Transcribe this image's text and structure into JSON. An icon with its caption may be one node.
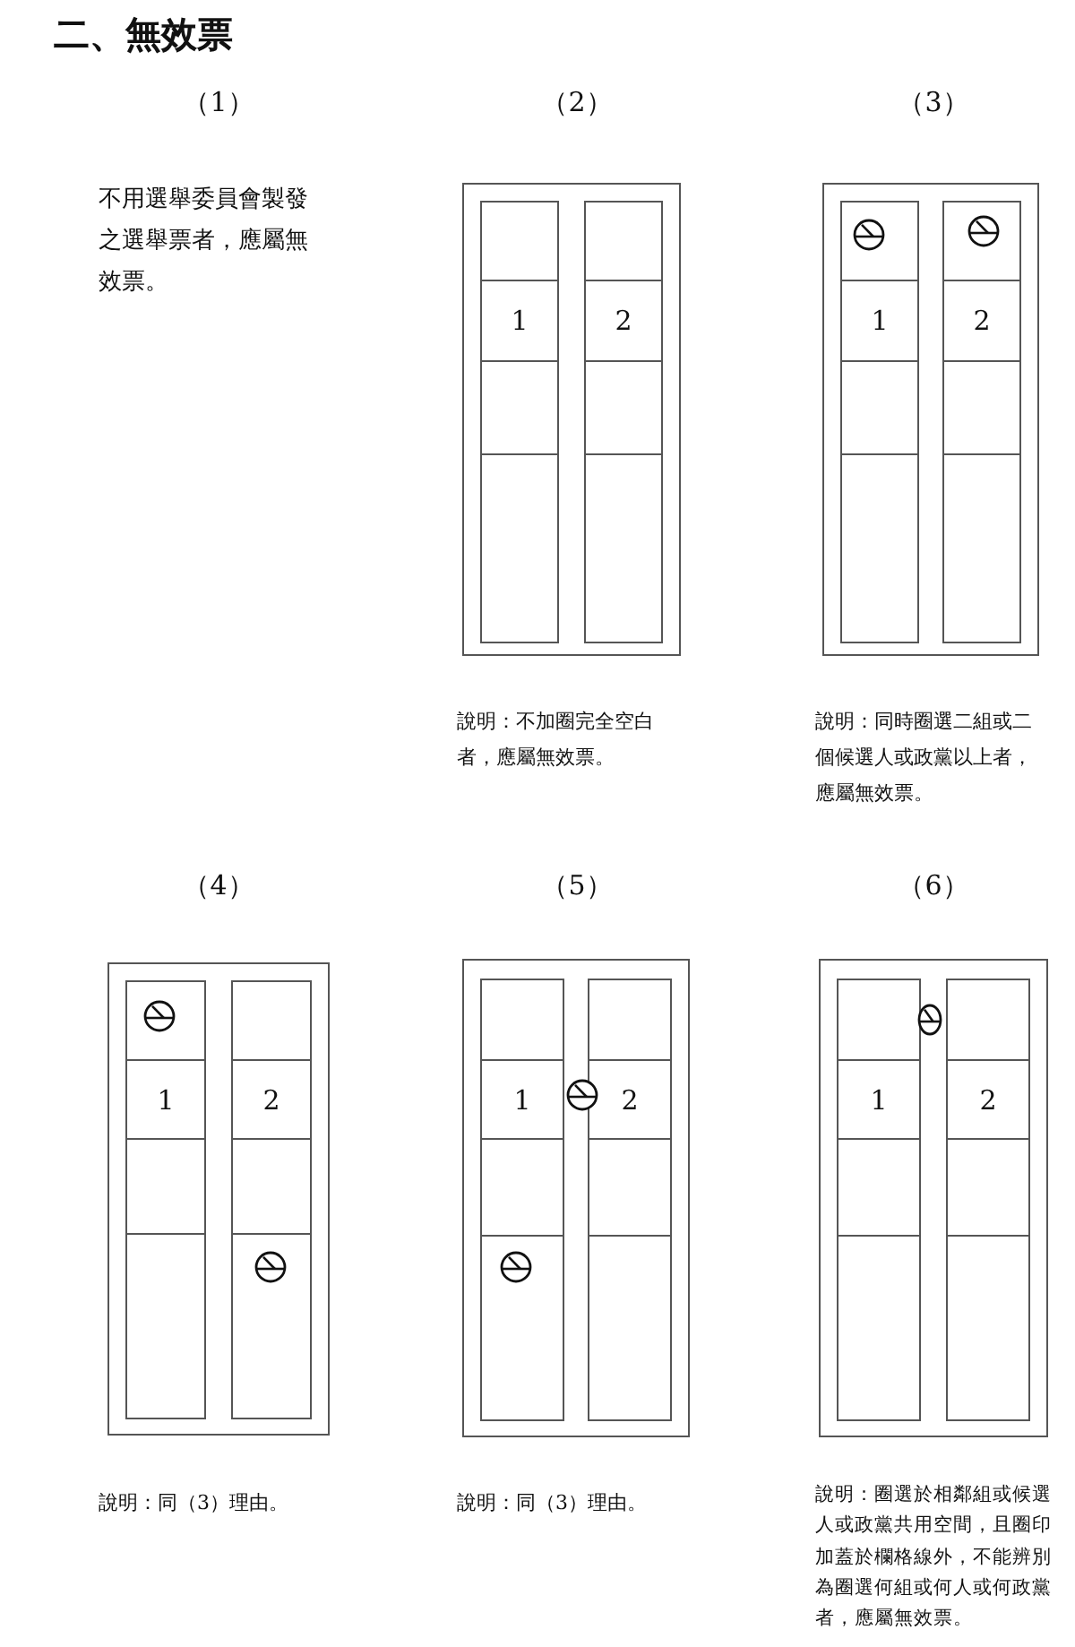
{
  "diagram": {
    "title": "二、無效票",
    "nodes": [
      {
        "text": [],
        "shape": "box"
      },
      {
        "text": [
          "1"
        ],
        "in": 0
      },
      {
        "text": [
          "2"
        ],
        "in": 0
      },
      {
        "text": [],
        "shape": "box"
      },
      {
        "text": [
          "1"
        ],
        "in": 3
      },
      {
        "text": [
          "2"
        ],
        "in": 3
      },
      {
        "text": [],
        "shape": "box"
      },
      {
        "text": [
          "1"
        ],
        "in": 6
      },
      {
        "text": [
          "2"
        ],
        "in": 6
      },
      {
        "text": [],
        "shape": "box"
      },
      {
        "text": [
          "1"
        ],
        "in": 9
      },
      {
        "text": [
          "2"
        ],
        "in": 9
      },
      {
        "text": [],
        "shape": "box"
      },
      {
        "text": [
          "1"
        ],
        "in": 12
      },
      {
        "text": [
          "2"
        ],
        "in": 12
      }
    ],
    "edges": [],
    "labels": [
      "（1）",
      "（2）",
      "（3）",
      "不用選舉委員會製發之選舉票者，應屬無效票。",
      "說明：不加圈完全空白者，應屬無效票。",
      "說明：同時圈選二組或二個候選人或政黨以上者，應屬無效票。",
      "（4）",
      "（5）",
      "（6）",
      "說明：同（3）理由。",
      "說明：同（3）理由。",
      "說明：圈選於相鄰組或候選人或政黨共用空間，且圈印加蓋於欄格線外，不能辨別為圈選何組或何人或何政黨者，應屬無效票。"
    ]
  }
}
